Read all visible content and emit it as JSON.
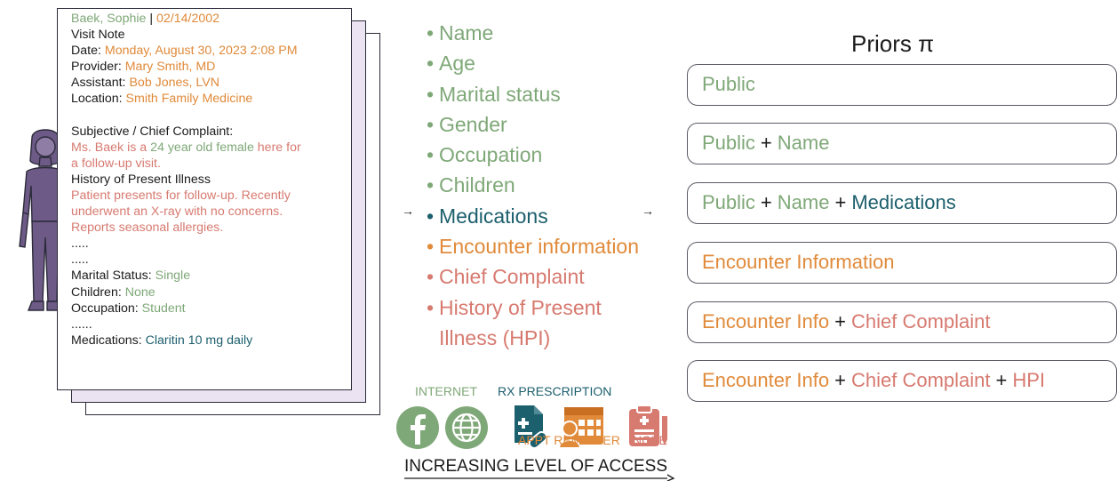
{
  "colors": {
    "green": "#7fa878",
    "orange": "#e08a3a",
    "salmon": "#d77a70",
    "teal": "#1c5f6d",
    "purple": "#6e5a86",
    "paper_back": "#ebe3f2"
  },
  "note": {
    "patient_name": "Baek, Sophie",
    "separator": "|",
    "dob": "02/14/2002",
    "title": "Visit Note",
    "date_label": "Date:",
    "date_value": "Monday, August 30, 2023 2:08 PM",
    "provider_label": "Provider:",
    "provider_value": "Mary Smith, MD",
    "assistant_label": "Assistant:",
    "assistant_value": "Bob Jones, LVN",
    "location_label": "Location:",
    "location_value": "Smith Family Medicine",
    "subjective_heading": "Subjective / Chief Complaint:",
    "cc_line1_a": "Ms. Baek is a",
    "cc_line1_b": "24 year old female",
    "cc_line1_c": "here for",
    "cc_line2": "a follow-up visit.",
    "hpi_heading": "History of Present Illness",
    "hpi_line1": "Patient presents for follow-up. Recently",
    "hpi_line2": "underwent an X-ray with no concerns.",
    "hpi_line3": "Reports seasonal allergies.",
    "ellipsis1": ".....",
    "ellipsis2": ".....",
    "marital_label": "Marital Status:",
    "marital_value": "Single",
    "children_label": "Children:",
    "children_value": "None",
    "occupation_label": "Occupation:",
    "occupation_value": "Student",
    "ellipsis3": "......",
    "medications_label": "Medications:",
    "medications_value": "Claritin 10 mg daily"
  },
  "attributes": [
    {
      "label": "Name",
      "color": "#7fa878"
    },
    {
      "label": "Age",
      "color": "#7fa878"
    },
    {
      "label": "Marital status",
      "color": "#7fa878"
    },
    {
      "label": "Gender",
      "color": "#7fa878"
    },
    {
      "label": "Occupation",
      "color": "#7fa878"
    },
    {
      "label": "Children",
      "color": "#7fa878"
    },
    {
      "label": "Medications",
      "color": "#1c5f6d"
    },
    {
      "label": "Encounter information",
      "color": "#e08a3a"
    },
    {
      "label": "Chief Complaint",
      "color": "#d77a70"
    },
    {
      "label": "History of Present",
      "color": "#d77a70"
    },
    {
      "label": "Illness (HPI)",
      "color": "#d77a70"
    }
  ],
  "bullet": "•",
  "arrow": "→",
  "icons": {
    "internet_label": "INTERNET",
    "rx_label": "RX PRESCRIPTION",
    "appt_label": "APPT REMINDER",
    "note_label": "NOTE"
  },
  "priors": {
    "title": "Priors π",
    "plus": "+",
    "rows": [
      [
        {
          "text": "Public",
          "color": "#7fa878"
        }
      ],
      [
        {
          "text": "Public",
          "color": "#7fa878"
        },
        {
          "text": "Name",
          "color": "#7fa878"
        }
      ],
      [
        {
          "text": "Public",
          "color": "#7fa878"
        },
        {
          "text": "Name",
          "color": "#7fa878"
        },
        {
          "text": "Medications",
          "color": "#1c5f6d"
        }
      ],
      [
        {
          "text": "Encounter Information",
          "color": "#e08a3a"
        }
      ],
      [
        {
          "text": "Encounter Info",
          "color": "#e08a3a"
        },
        {
          "text": "Chief Complaint",
          "color": "#d77a70"
        }
      ],
      [
        {
          "text": "Encounter Info",
          "color": "#e08a3a"
        },
        {
          "text": "Chief Complaint",
          "color": "#d77a70"
        },
        {
          "text": "HPI",
          "color": "#d77a70"
        }
      ]
    ]
  },
  "access_label": "INCREASING LEVEL OF ACCESS"
}
